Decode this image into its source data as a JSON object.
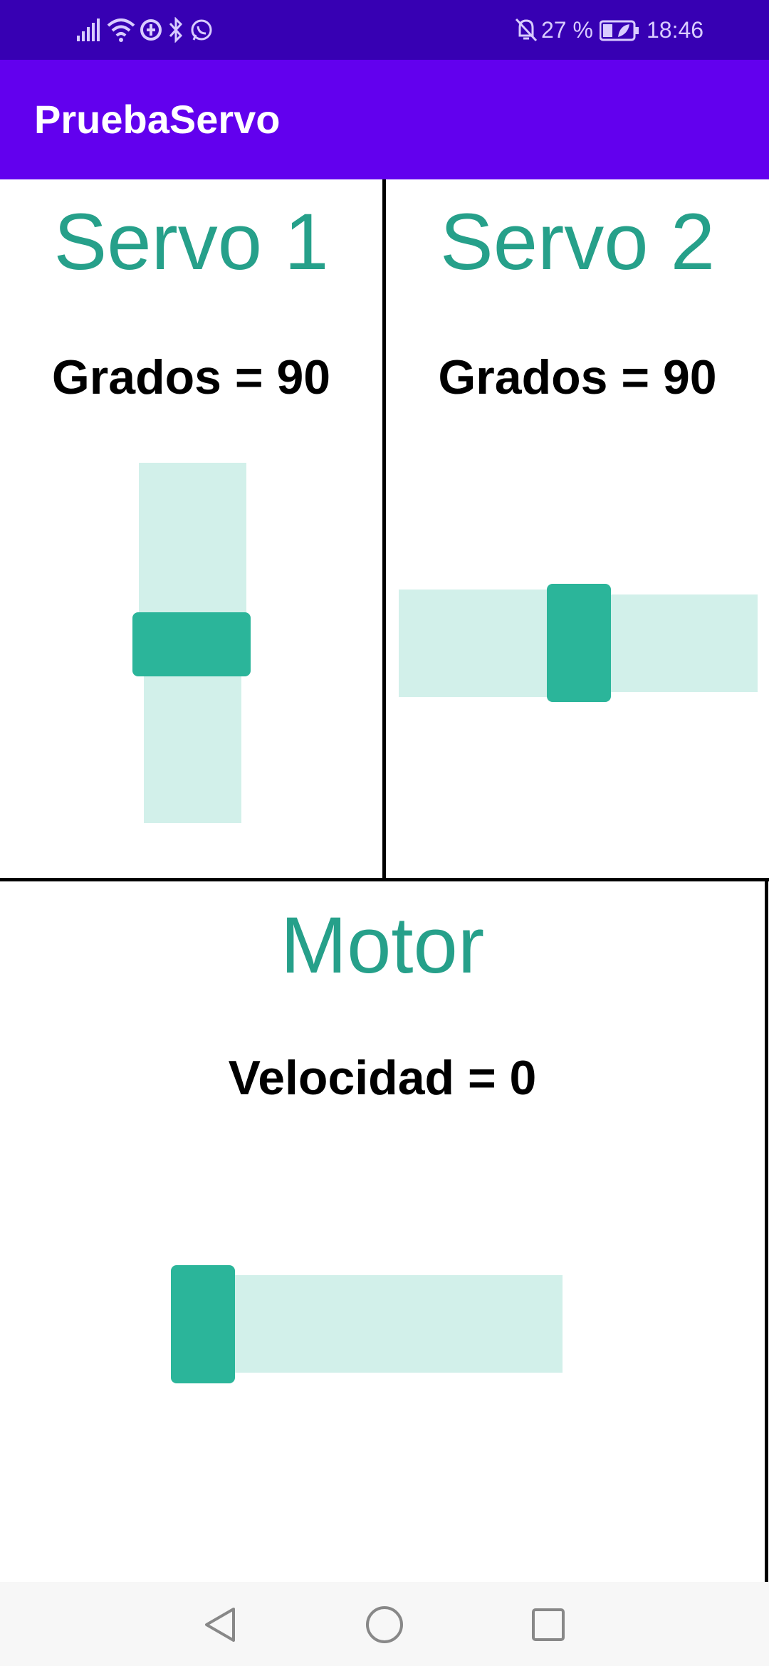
{
  "status_bar": {
    "battery_percent": "27 %",
    "time": "18:46",
    "left_icons": [
      "signal-icon",
      "wifi-icon",
      "data-saver-icon",
      "bluetooth-icon",
      "whatsapp-icon"
    ],
    "right_icons": [
      "notifications-off-icon",
      "battery-icon"
    ]
  },
  "app_bar": {
    "title": "PruebaServo"
  },
  "servo1": {
    "title": "Servo 1",
    "value_label": "Grados = 90",
    "value": 90,
    "max": 180
  },
  "servo2": {
    "title": "Servo 2",
    "value_label": "Grados = 90",
    "value": 90,
    "max": 180
  },
  "motor": {
    "title": "Motor",
    "value_label": "Velocidad = 0",
    "value": 0
  },
  "nav_bar": {
    "icons": [
      "back-icon",
      "home-icon",
      "recents-icon"
    ]
  },
  "colors": {
    "status_bar": "#3700b3",
    "app_bar": "#6200ee",
    "accent": "#26a08a",
    "thumb": "#2bb59a",
    "track": "#d2f0ea"
  }
}
